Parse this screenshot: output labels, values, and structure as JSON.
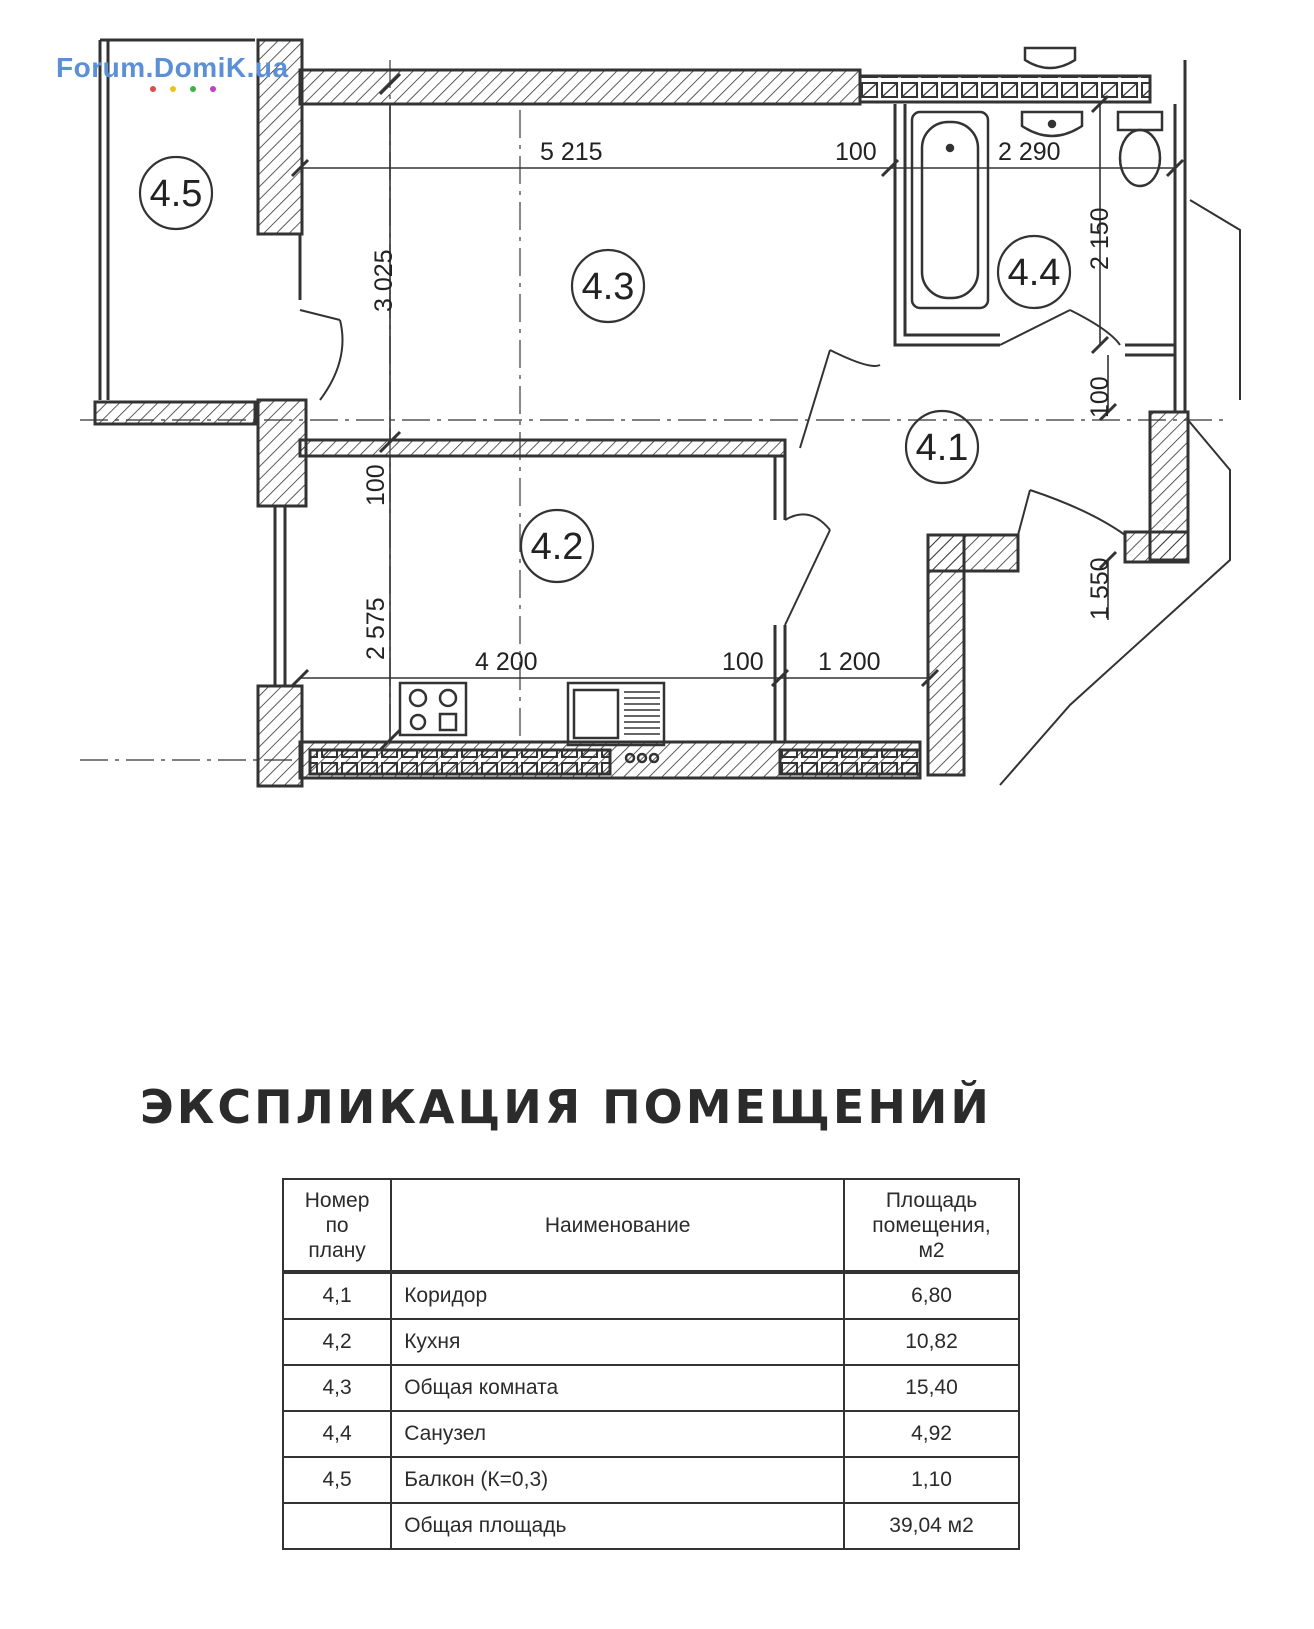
{
  "watermark": {
    "text": "Forum.DomiK.ua",
    "dot_colors": [
      "#e04a4a",
      "#f0c020",
      "#3cb34a",
      "#c040c0"
    ]
  },
  "plan": {
    "dimensions": {
      "d_5215": "5 215",
      "d_100_top": "100",
      "d_2290": "2 290",
      "d_3025": "3 025",
      "d_2150": "2 150",
      "d_100_right": "100",
      "d_100_left": "100",
      "d_2575": "2 575",
      "d_4200": "4 200",
      "d_100_bottom": "100",
      "d_1200": "1 200",
      "d_1550": "1 550"
    },
    "rooms": {
      "r41": "4.1",
      "r42": "4.2",
      "r43": "4.3",
      "r44": "4.4",
      "r45": "4.5"
    }
  },
  "explication": {
    "title": "ЭКСПЛИКАЦИЯ ПОМЕЩЕНИЙ",
    "headers": {
      "number": [
        "Номер",
        "по",
        "плану"
      ],
      "name": "Наименование",
      "area": [
        "Площадь",
        "помещения,",
        "м2"
      ]
    },
    "rows": [
      {
        "number": "4,1",
        "name": "Коридор",
        "area": "6,80"
      },
      {
        "number": "4,2",
        "name": "Кухня",
        "area": "10,82"
      },
      {
        "number": "4,3",
        "name": "Общая комната",
        "area": "15,40"
      },
      {
        "number": "4,4",
        "name": "Санузел",
        "area": "4,92"
      },
      {
        "number": "4,5",
        "name": "Балкон (К=0,3)",
        "area": "1,10"
      },
      {
        "number": "",
        "name": "Общая площадь",
        "area": "39,04 м2"
      }
    ]
  }
}
